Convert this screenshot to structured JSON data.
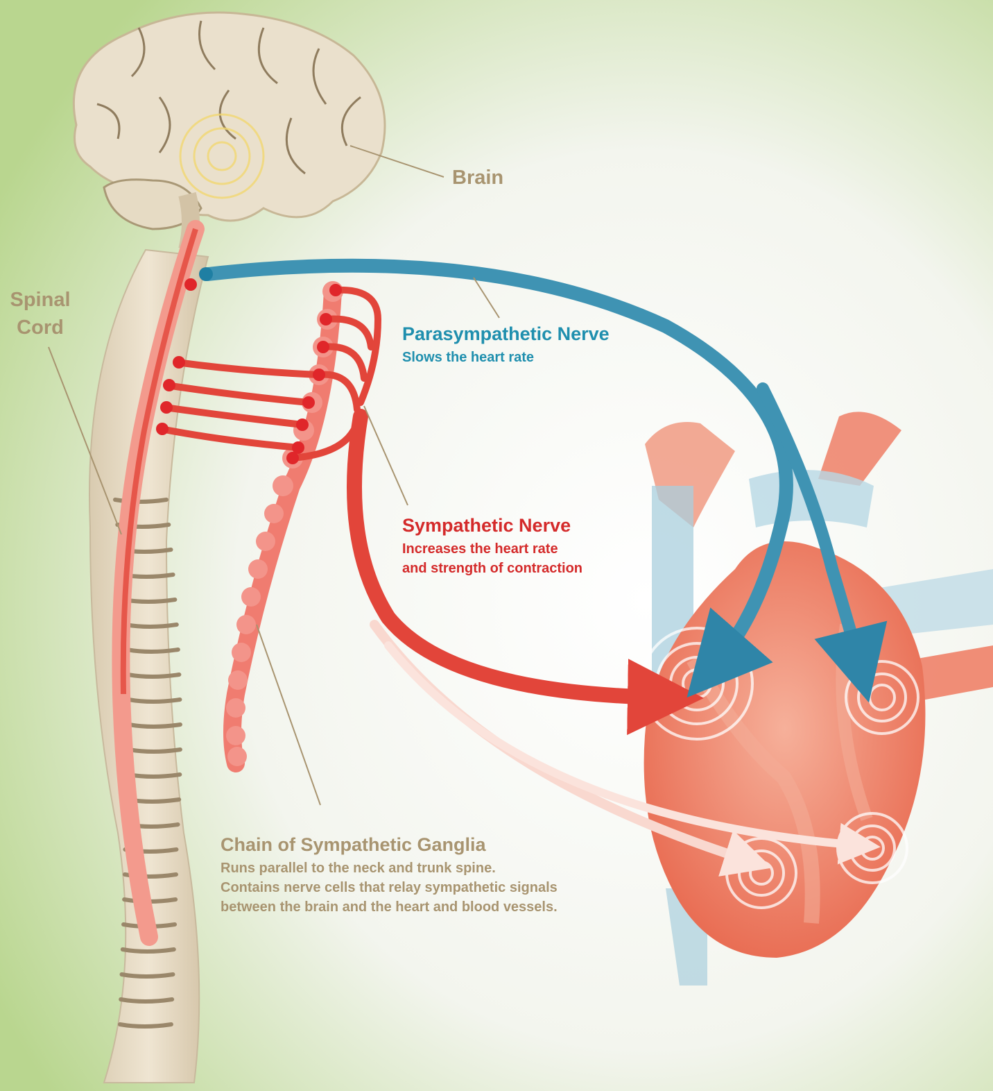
{
  "labels": {
    "brain": "Brain",
    "spinal_cord_line1": "Spinal",
    "spinal_cord_line2": "Cord",
    "parasympathetic": {
      "title": "Parasympathetic Nerve",
      "desc": "Slows the heart rate"
    },
    "sympathetic": {
      "title": "Sympathetic Nerve",
      "desc_line1": "Increases the heart rate",
      "desc_line2": "and strength of contraction"
    },
    "chain": {
      "title": "Chain of Sympathetic Ganglia",
      "desc_line1": "Runs parallel to the neck and trunk spine.",
      "desc_line2": "Contains nerve cells that relay sympathetic signals",
      "desc_line3": "between the brain and the heart and blood vessels."
    }
  },
  "colors": {
    "background_green": "#b9d68f",
    "nerve_red": "#e2453a",
    "nerve_blue": "#3f93b3",
    "label_tan": "#a89470",
    "label_blue": "#1f8fae",
    "label_red": "#d42a2a",
    "bone": "#e8dcc4",
    "heart": "#ef8a6e"
  }
}
